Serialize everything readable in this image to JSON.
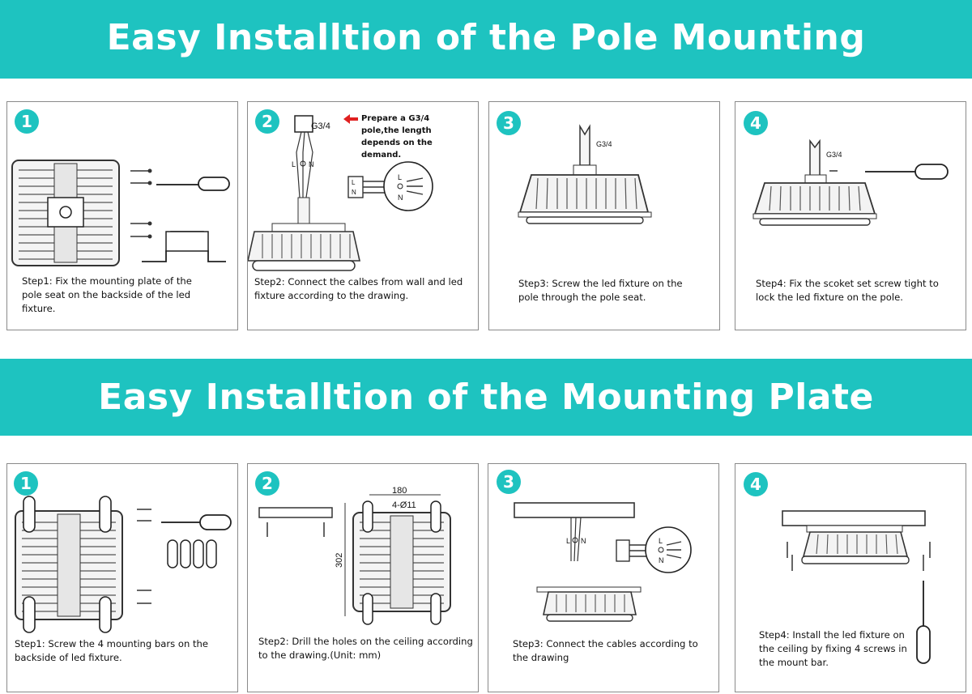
{
  "colors": {
    "banner": "#1ec3c0",
    "badge": "#1ec3c0",
    "arrow": "#e02020"
  },
  "pole_section": {
    "title": "Easy Installtion of the Pole Mounting",
    "steps": [
      {
        "number": "1",
        "caption": "Step1: Fix the mounting plate of the pole seat on the backside of the led fixture."
      },
      {
        "number": "2",
        "caption": "Step2: Connect the calbes from wall and led fixture according to the drawing.",
        "note": "Prepare a G3/4 pole,the length depends on the demand.",
        "pole_label": "G3/4",
        "wire_labels": [
          "L",
          "N",
          "L",
          "N"
        ]
      },
      {
        "number": "3",
        "caption": "Step3: Screw the led fixture on the pole through the pole seat.",
        "pole_label": "G3/4"
      },
      {
        "number": "4",
        "caption": "Step4: Fix the scoket set screw tight to lock the led fixture on the pole.",
        "pole_label": "G3/4"
      }
    ]
  },
  "plate_section": {
    "title": "Easy Installtion of the Mounting Plate",
    "steps": [
      {
        "number": "1",
        "caption": "Step1: Screw the 4 mounting bars on the backside of led fixture."
      },
      {
        "number": "2",
        "caption": "Step2: Drill the holes on the ceiling according to the drawing.(Unit: mm)",
        "dim_width": "180",
        "dim_holes": "4-Ø11",
        "dim_height": "302"
      },
      {
        "number": "3",
        "caption": "Step3: Connect the cables according to the drawing",
        "wire_labels": [
          "L",
          "N",
          "L",
          "N"
        ]
      },
      {
        "number": "4",
        "caption": "Step4: Install the led fixture on the ceiling by fixing 4 screws in the mount bar."
      }
    ]
  }
}
